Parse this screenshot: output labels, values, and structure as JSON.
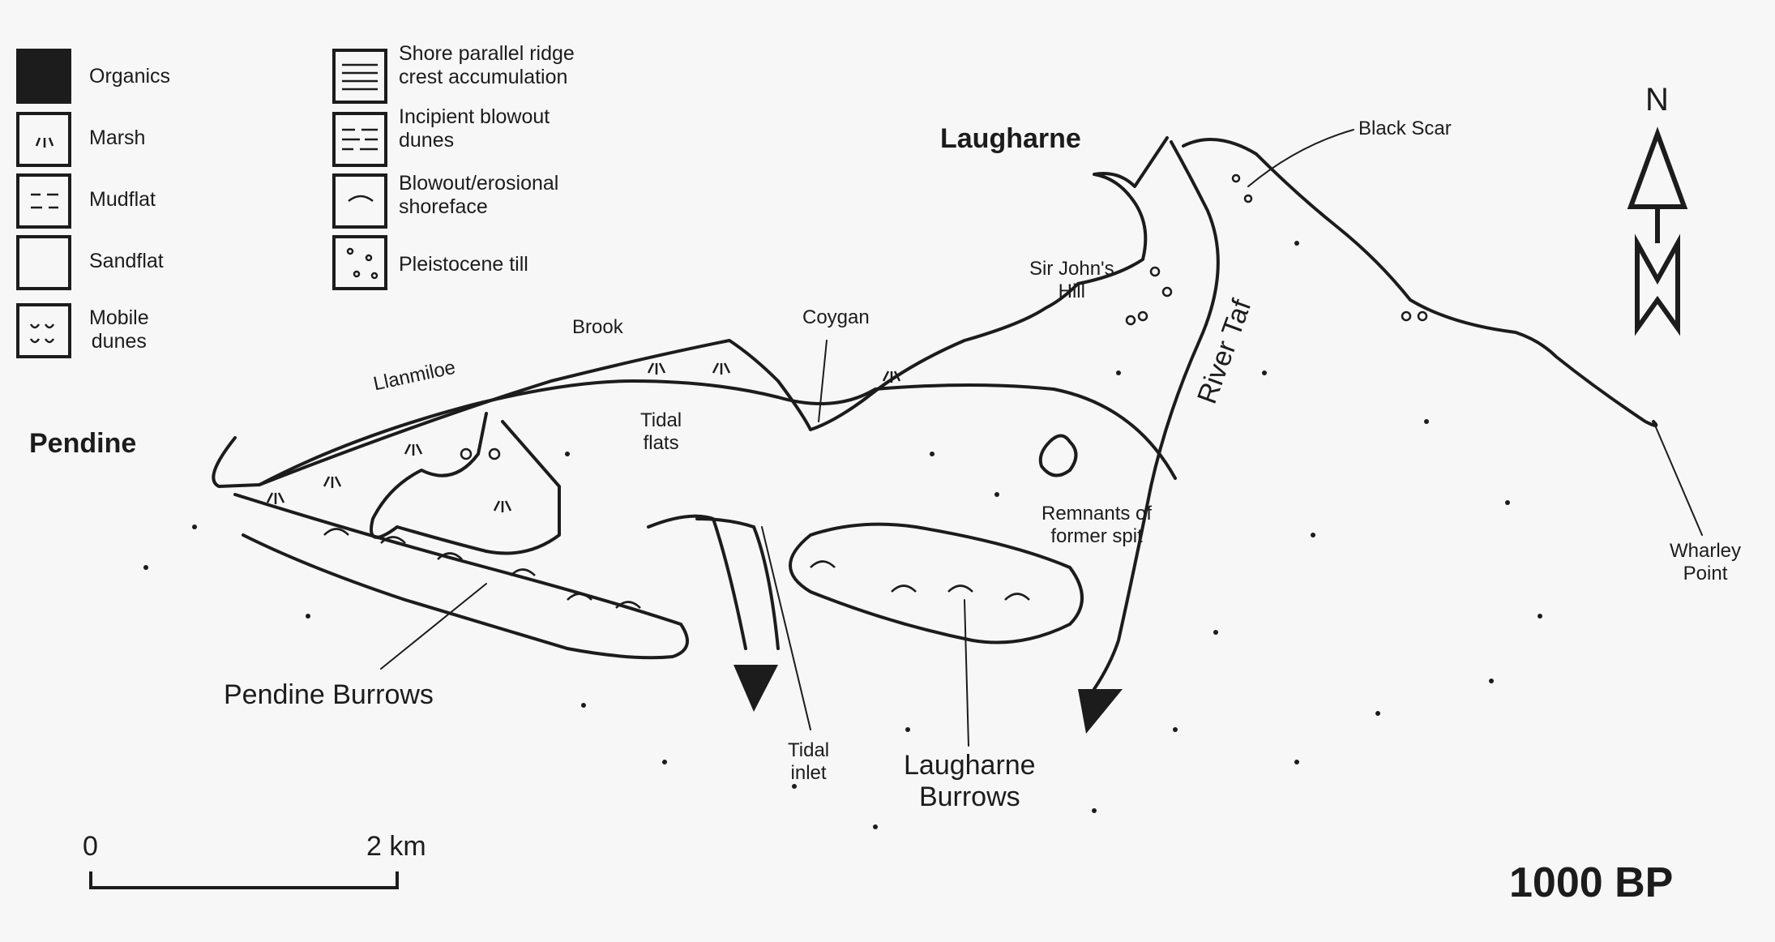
{
  "legend": {
    "items": [
      {
        "id": "organics",
        "label": "Organics"
      },
      {
        "id": "marsh",
        "label": "Marsh"
      },
      {
        "id": "mudflat",
        "label": "Mudflat"
      },
      {
        "id": "sandflat",
        "label": "Sandflat"
      },
      {
        "id": "mobile_dunes",
        "label": "Mobile dunes"
      },
      {
        "id": "ridge",
        "label": "Shore parallel ridge crest accumulation"
      },
      {
        "id": "blowout",
        "label": "Incipient blowout dunes"
      },
      {
        "id": "erosional",
        "label": "Blowout/erosional shoreface"
      },
      {
        "id": "till",
        "label": "Pleistocene till"
      }
    ],
    "lines": {
      "mobile_1": "Mobile",
      "mobile_2": "dunes",
      "ridge_1": "Shore parallel ridge",
      "ridge_2": "crest accumulation",
      "blowout_1": "Incipient blowout",
      "blowout_2": "dunes",
      "erosional_1": "Blowout/erosional",
      "erosional_2": "shoreface"
    }
  },
  "places": {
    "laugharne": "Laugharne",
    "pendine": "Pendine",
    "black_scar": "Black Scar",
    "sir_johns_1": "Sir John's",
    "sir_johns_2": "Hill",
    "coygan": "Coygan",
    "brook": "Brook",
    "llanmiloe": "Llanmiloe",
    "tidal_flats_1": "Tidal",
    "tidal_flats_2": "flats",
    "river_taf": "River Taf",
    "remnants_1": "Remnants of",
    "remnants_2": "former spit",
    "wharley_1": "Wharley",
    "wharley_2": "Point",
    "pendine_burrows": "Pendine Burrows",
    "tidal_inlet_1": "Tidal",
    "tidal_inlet_2": "inlet",
    "laugharne_burrows_1": "Laugharne",
    "laugharne_burrows_2": "Burrows"
  },
  "north_label": "N",
  "scale": {
    "start": "0",
    "end": "2 km"
  },
  "period": "1000 BP"
}
